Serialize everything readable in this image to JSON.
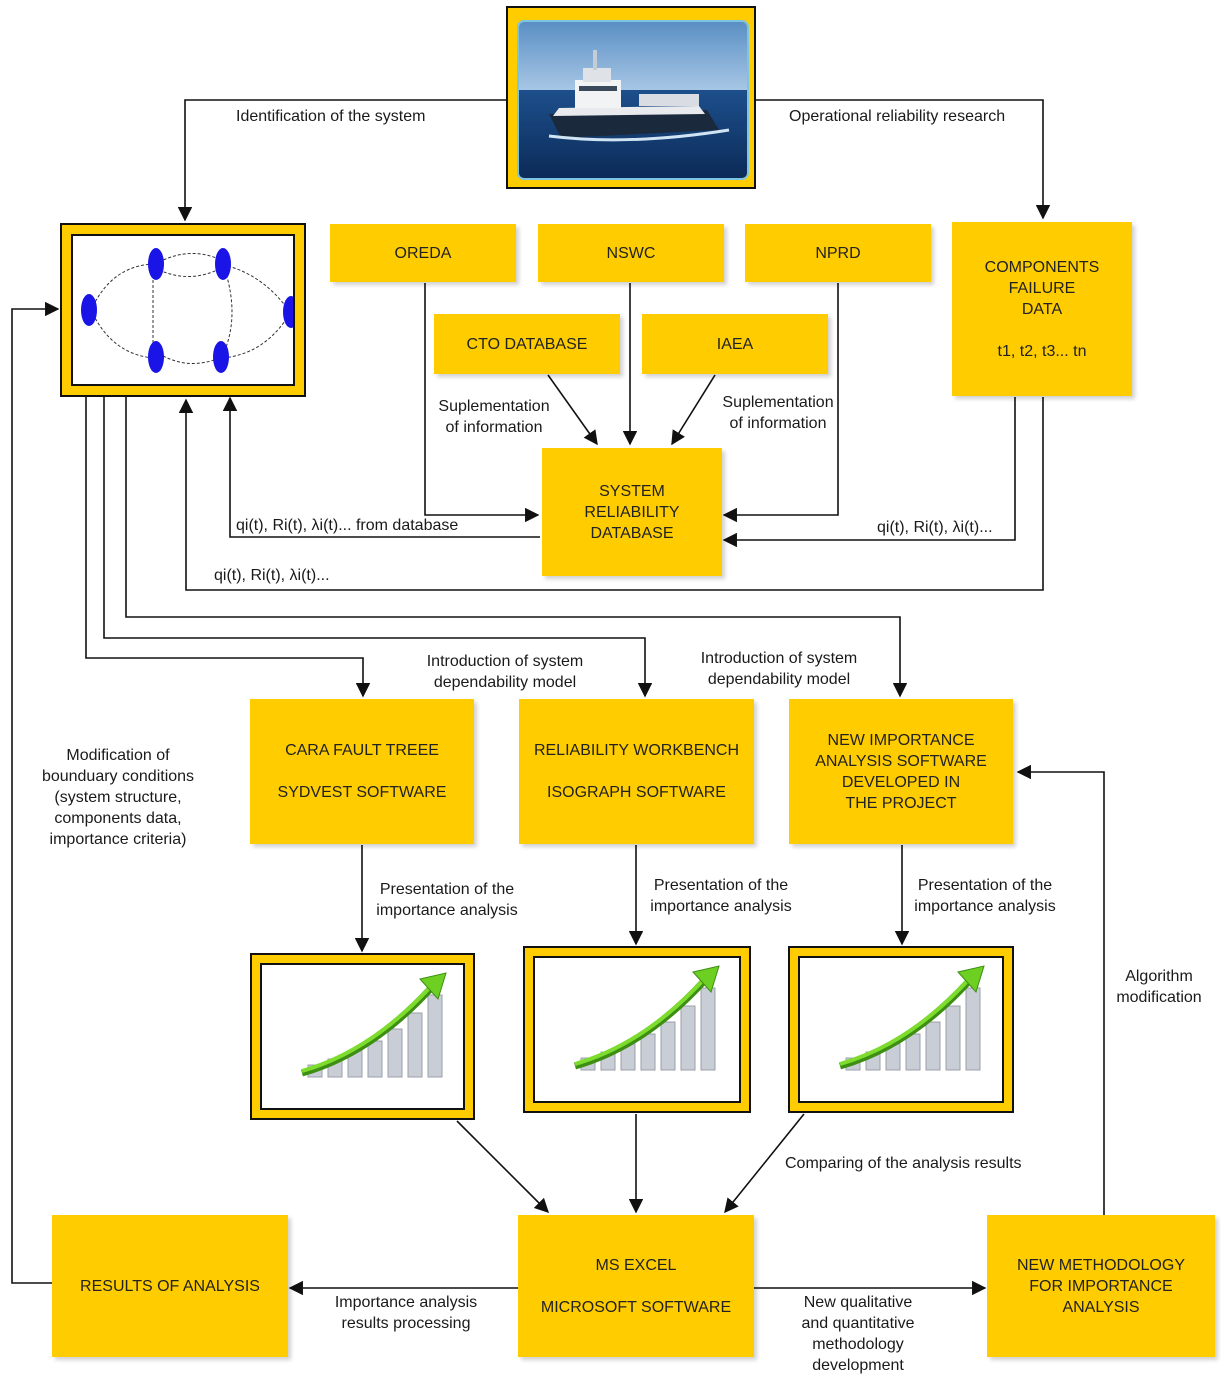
{
  "edge_labels": {
    "identification": "Identification of the system",
    "operational": "Operational reliability research",
    "suplementation_left": [
      "Suplementation",
      "of information"
    ],
    "suplementation_right": [
      "Suplementation",
      "of information"
    ],
    "params_from_db": "qi(t), Ri(t), λi(t)... from database",
    "params_right": "qi(t), Ri(t), λi(t)...",
    "params_bottom": "qi(t), Ri(t), λi(t)...",
    "intro_1": [
      "Introduction of system",
      "dependability model"
    ],
    "intro_2": [
      "Introduction of system",
      "dependability model"
    ],
    "modification": [
      "Modification of",
      "bounduary conditions",
      "(system structure,",
      "components data,",
      "importance criteria)"
    ],
    "presentation_1": [
      "Presentation of the",
      "importance analysis"
    ],
    "presentation_2": [
      "Presentation of the",
      "importance analysis"
    ],
    "presentation_3": [
      "Presentation of the",
      "importance analysis"
    ],
    "algorithm": [
      "Algorithm",
      "modification"
    ],
    "comparing": "Comparing of the analysis results",
    "processing": [
      "Importance analysis",
      "results processing"
    ],
    "development": [
      "New qualitative",
      "and quantitative",
      "methodology",
      "development"
    ]
  },
  "boxes": {
    "oreda": "OREDA",
    "nswc": "NSWC",
    "nprd": "NPRD",
    "cto": "CTO DATABASE",
    "iaea": "IAEA",
    "components": [
      "COMPONENTS",
      "FAILURE",
      "DATA",
      "t1, t2, t3... tn"
    ],
    "system_db": [
      "SYSTEM",
      "RELIABILITY",
      "DATABASE"
    ],
    "cara": [
      "CARA FAULT TREEE",
      "SYDVEST SOFTWARE"
    ],
    "workbench": [
      "RELIABILITY WORKBENCH",
      "ISOGRAPH SOFTWARE"
    ],
    "new_software": [
      "NEW IMPORTANCE",
      "ANALYSIS SOFTWARE",
      "DEVELOPED IN",
      "THE PROJECT"
    ],
    "results": "RESULTS OF ANALYSIS",
    "excel": [
      "MS EXCEL",
      "MICROSOFT SOFTWARE"
    ],
    "methodology": [
      "NEW METHODOLOGY",
      "FOR IMPORTANCE",
      "ANALYSIS"
    ]
  },
  "colors": {
    "box_fill": "#ffcc00",
    "node_fill": "#1a14e6",
    "arrow_up": "#66cc22",
    "wire": "#111111"
  },
  "icons": [
    "ship-photo",
    "state-graph-icon",
    "growth-chart-icon"
  ]
}
